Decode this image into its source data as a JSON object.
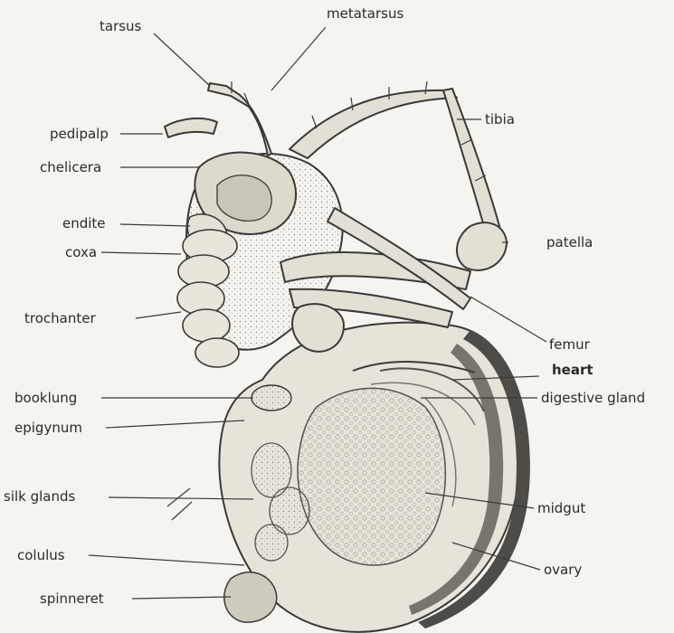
{
  "colors": {
    "background": "#f5f4ee",
    "ink": "#2a2a2a",
    "body_shade": "#d9d6cb",
    "dark_shade": "#5a5a55"
  },
  "labels": {
    "tarsus": "tarsus",
    "metatarsus": "metatarsus",
    "pedipalp": "pedipalp",
    "tibia": "tibia",
    "chelicera": "chelicera",
    "endite": "endite",
    "patella": "patella",
    "coxa": "coxa",
    "trochanter": "trochanter",
    "femur": "femur",
    "heart": "heart",
    "booklung": "booklung",
    "digestive_gland": "digestive gland",
    "epigynum": "epigynum",
    "silk_glands": "silk glands",
    "midgut": "midgut",
    "colulus": "colulus",
    "ovary": "ovary",
    "spinneret": "spinneret"
  }
}
